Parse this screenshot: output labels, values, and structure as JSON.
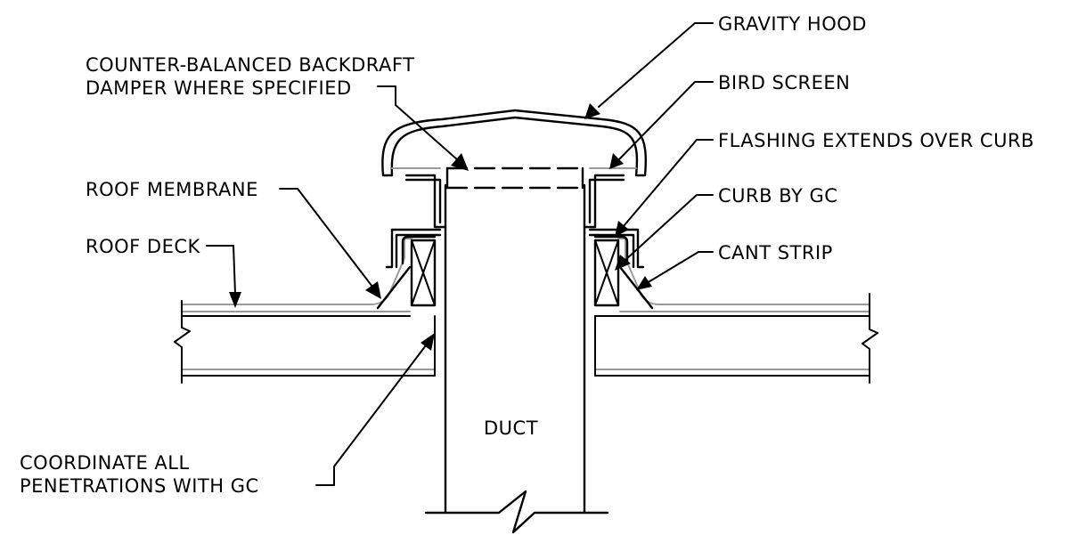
{
  "labels": {
    "gravity_hood": "GRAVITY HOOD",
    "damper_line1": "COUNTER-BALANCED BACKDRAFT",
    "damper_line2": "DAMPER WHERE SPECIFIED",
    "bird_screen": "BIRD SCREEN",
    "flashing": "FLASHING EXTENDS OVER CURB",
    "roof_membrane": "ROOF MEMBRANE",
    "curb": "CURB BY GC",
    "roof_deck": "ROOF DECK",
    "cant_strip": "CANT STRIP",
    "duct": "DUCT",
    "coordinate_line1": "COORDINATE ALL",
    "coordinate_line2": "PENETRATIONS WITH GC"
  }
}
